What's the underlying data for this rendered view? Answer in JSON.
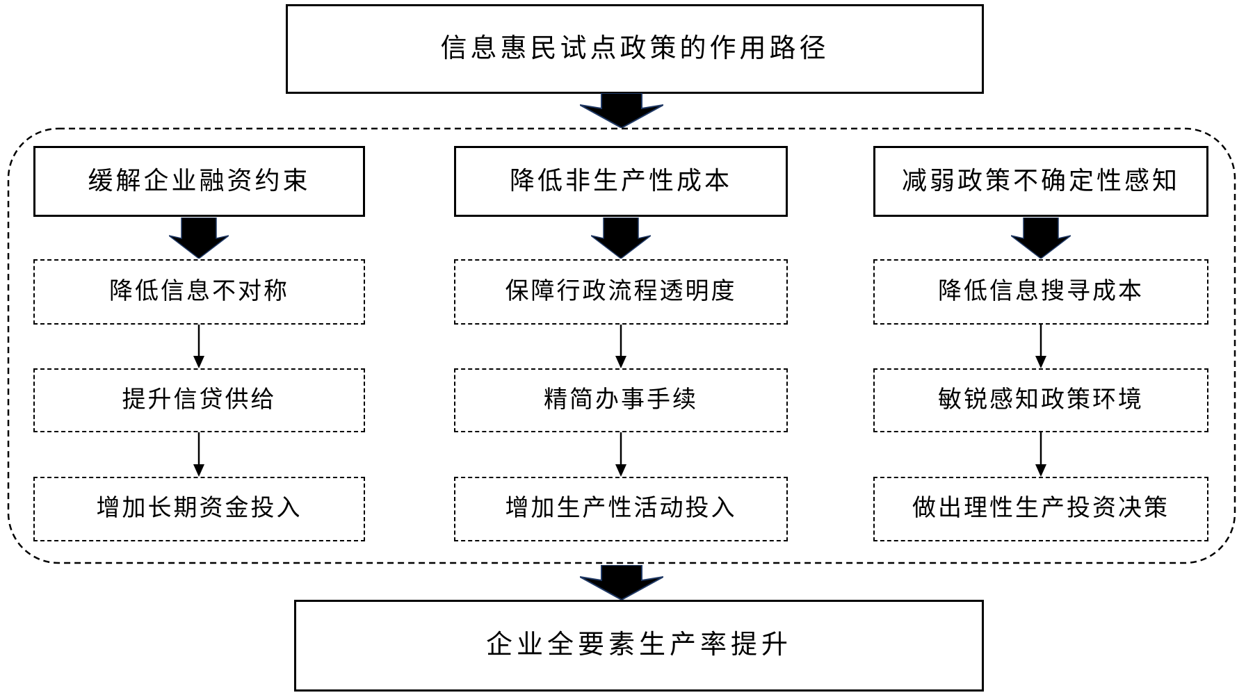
{
  "diagram": {
    "title": "信息惠民试点政策的作用路径",
    "outcome": "企业全要素生产率提升",
    "columns": [
      {
        "header": "缓解企业融资约束",
        "steps": [
          "降低信息不对称",
          "提升信贷供给",
          "增加长期资金投入"
        ]
      },
      {
        "header": "降低非生产性成本",
        "steps": [
          "保障行政流程透明度",
          "精简办事手续",
          "增加生产性活动投入"
        ]
      },
      {
        "header": "减弱政策不确定性感知",
        "steps": [
          "降低信息搜寻成本",
          "敏锐感知政策环境",
          "做出理性生产投资决策"
        ]
      }
    ],
    "colors": {
      "border": "#000000",
      "arrow_fill": "#000000",
      "arrow_outline": "#1f3864",
      "background": "#ffffff"
    }
  }
}
